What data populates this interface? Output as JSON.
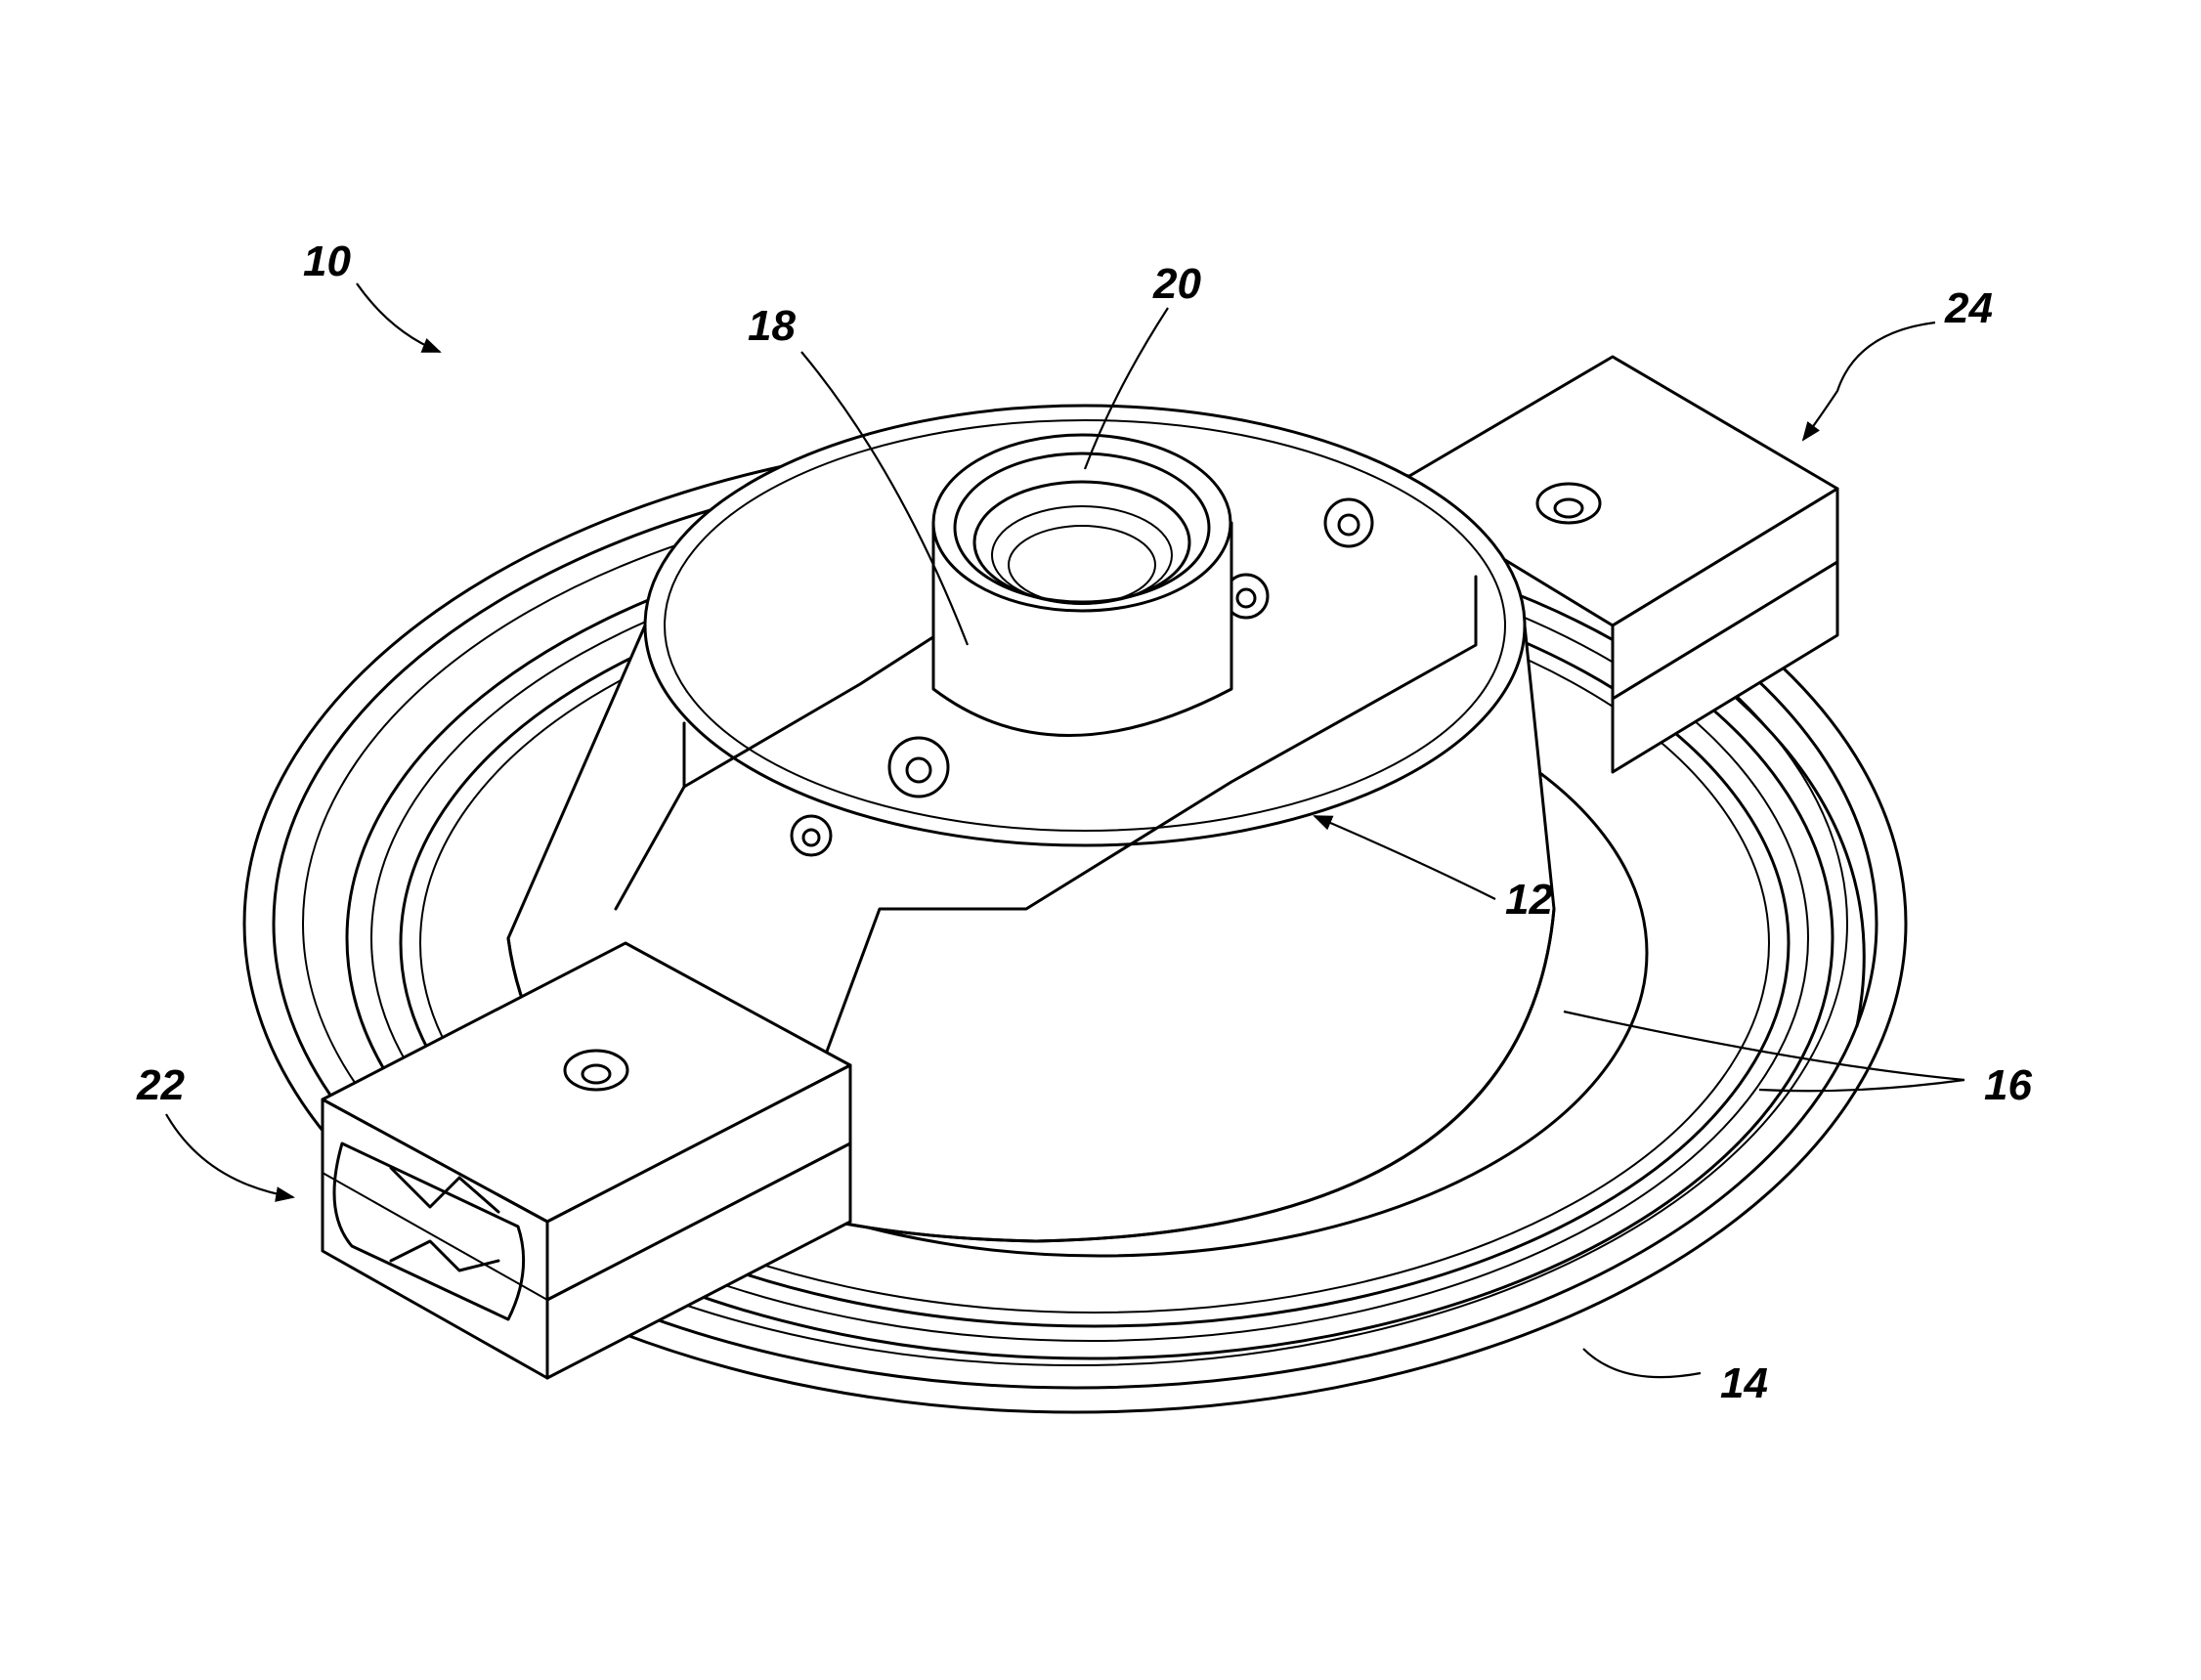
{
  "figure": {
    "reference_numerals": {
      "assembly": "10",
      "insert_body": "12",
      "base_plate": "14",
      "rings": "16",
      "boss": "18",
      "bore": "20",
      "front_block": "22",
      "rear_block": "24"
    }
  }
}
